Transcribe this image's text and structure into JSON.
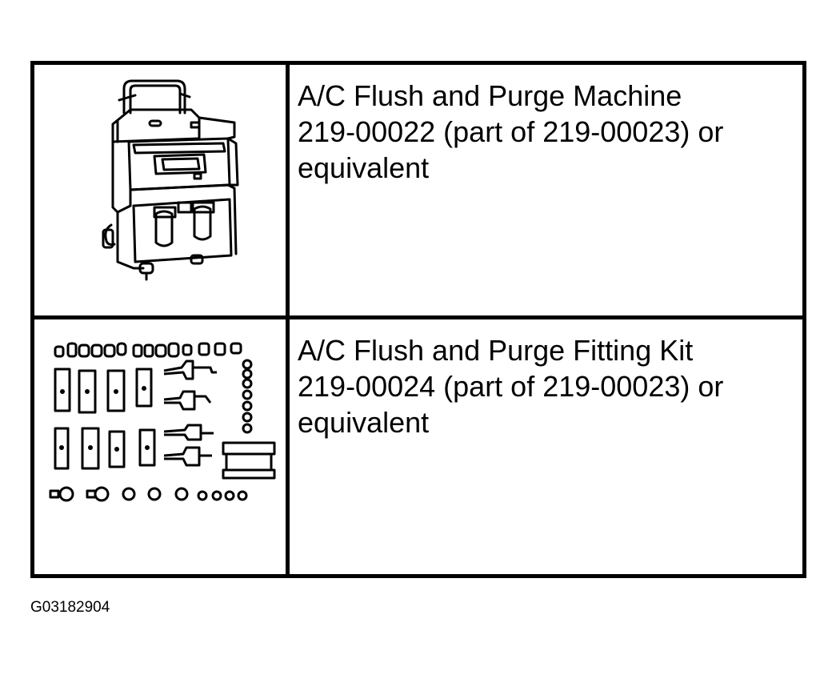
{
  "rows": [
    {
      "icon": "flush-purge-machine-illustration",
      "line1": "A/C Flush and Purge Machine",
      "line2": "219-00022 (part of 219-00023) or",
      "line3": "equivalent"
    },
    {
      "icon": "fitting-kit-illustration",
      "line1": "A/C Flush and Purge Fitting Kit",
      "line2": "219-00024 (part of 219-00023) or",
      "line3": "equivalent"
    }
  ],
  "figure_id": "G03182904"
}
